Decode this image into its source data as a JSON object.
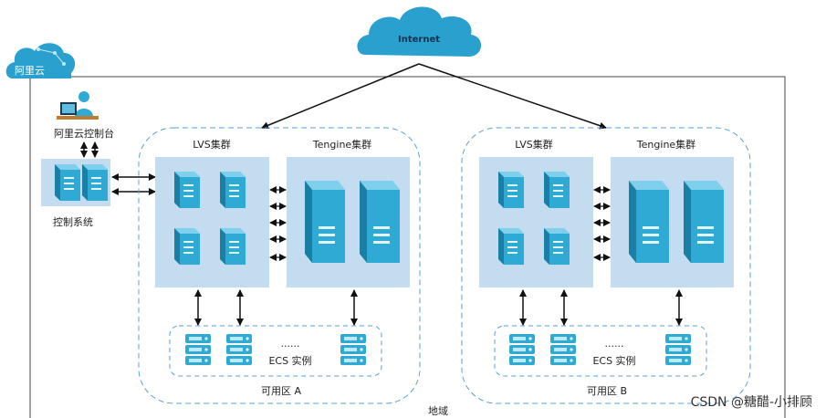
{
  "cloud_internet": "Internet",
  "aliyun": "阿里云",
  "console_label": "阿里云控制台",
  "control_system": "控制系统",
  "region": "地域",
  "zones": [
    {
      "lvs_title": "LVS集群",
      "tengine_title": "Tengine集群",
      "ecs_dots": "......",
      "ecs_label": "ECS 实例",
      "zone_label": "可用区 A"
    },
    {
      "lvs_title": "LVS集群",
      "tengine_title": "Tengine集群",
      "ecs_dots": "......",
      "ecs_label": "ECS 实例",
      "zone_label": "可用区 B"
    }
  ],
  "watermark": "CSDN @糖醋-小排顾",
  "colors": {
    "cloud": "#2aa0cf",
    "panel": "#c4dcef",
    "server": "#2eaad4",
    "server_dark": "#1b7ea4",
    "dashed": "#5aa0d8"
  }
}
